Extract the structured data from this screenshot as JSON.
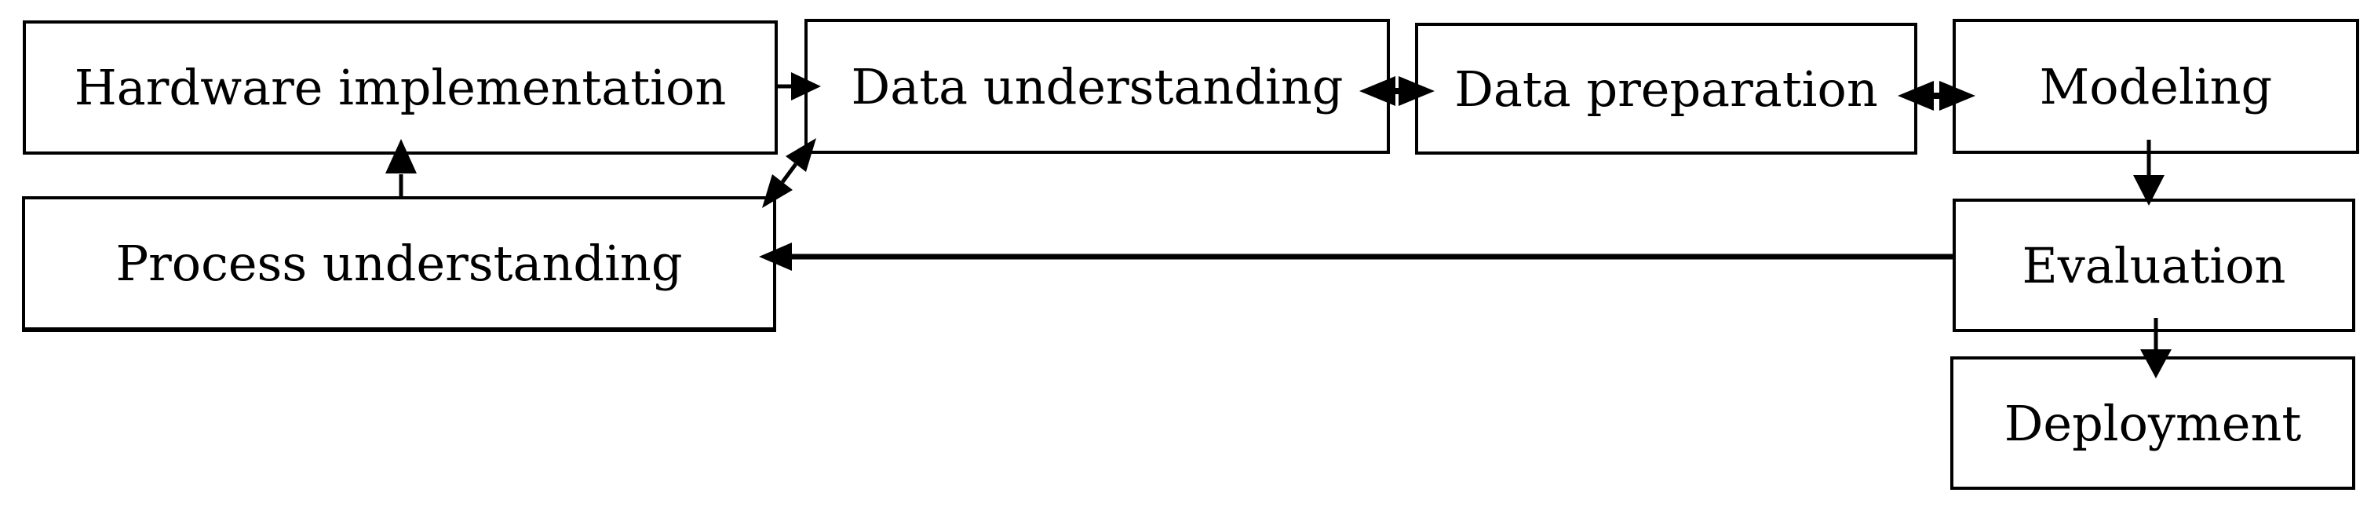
{
  "diagram": {
    "type": "flowchart",
    "colors": {
      "background": "#ffffff",
      "stroke": "#000000",
      "text": "#000000"
    },
    "nodes": [
      {
        "id": "hardware-implementation",
        "label": "Hardware implementation"
      },
      {
        "id": "data-understanding",
        "label": "Data understanding"
      },
      {
        "id": "data-preparation",
        "label": "Data preparation"
      },
      {
        "id": "modeling",
        "label": "Modeling"
      },
      {
        "id": "process-understanding",
        "label": "Process understanding"
      },
      {
        "id": "evaluation",
        "label": "Evaluation"
      },
      {
        "id": "deployment",
        "label": "Deployment"
      }
    ],
    "edges": [
      {
        "from": "hardware-implementation",
        "to": "data-understanding",
        "bidirectional": false
      },
      {
        "from": "data-understanding",
        "to": "data-preparation",
        "bidirectional": true
      },
      {
        "from": "data-preparation",
        "to": "modeling",
        "bidirectional": true
      },
      {
        "from": "modeling",
        "to": "evaluation",
        "bidirectional": false
      },
      {
        "from": "evaluation",
        "to": "deployment",
        "bidirectional": false
      },
      {
        "from": "evaluation",
        "to": "process-understanding",
        "bidirectional": false
      },
      {
        "from": "process-understanding",
        "to": "hardware-implementation",
        "bidirectional": false
      },
      {
        "from": "process-understanding",
        "to": "data-understanding",
        "bidirectional": true
      }
    ]
  }
}
